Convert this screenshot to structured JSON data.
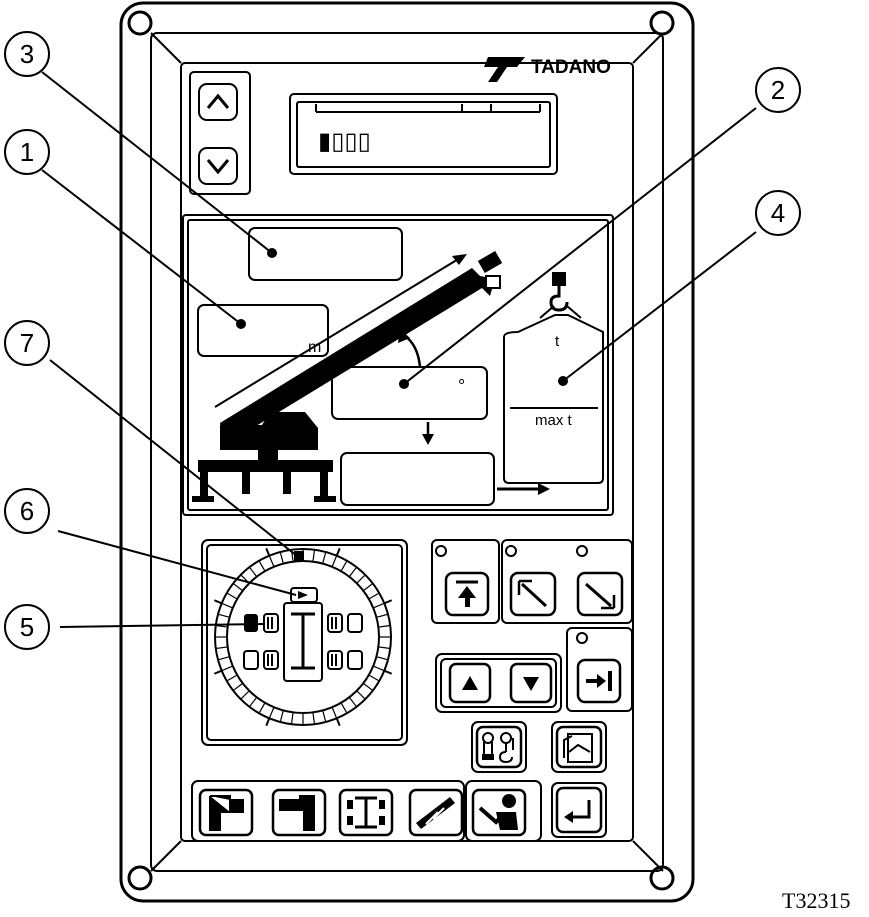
{
  "brand": {
    "name": "TADANO"
  },
  "display": {
    "indicator": "▮▯▯▯"
  },
  "load_panel": {
    "ton_label": "t",
    "max_ton_label": "max t"
  },
  "radius_panel": {
    "unit_label": "m"
  },
  "angle_panel": {
    "unit_label": "°"
  },
  "callouts": [
    {
      "number": "1"
    },
    {
      "number": "2"
    },
    {
      "number": "3"
    },
    {
      "number": "4"
    },
    {
      "number": "5"
    },
    {
      "number": "6"
    },
    {
      "number": "7"
    }
  ],
  "figure_code": "T32315",
  "icons": [
    "up-arrow-icon",
    "down-arrow-icon",
    "raise-icon",
    "boom-up-icon",
    "boom-down-icon",
    "triangle-up-icon",
    "triangle-down-icon",
    "arrow-to-bar-icon",
    "winch-icon",
    "page-icon",
    "outrigger-full-icon",
    "outrigger-mid-icon",
    "outrigger-top-view-icon",
    "boom-tool-icon",
    "operator-icon",
    "enter-icon"
  ],
  "colors": {
    "line": "#000000",
    "fill": "#ffffff"
  }
}
